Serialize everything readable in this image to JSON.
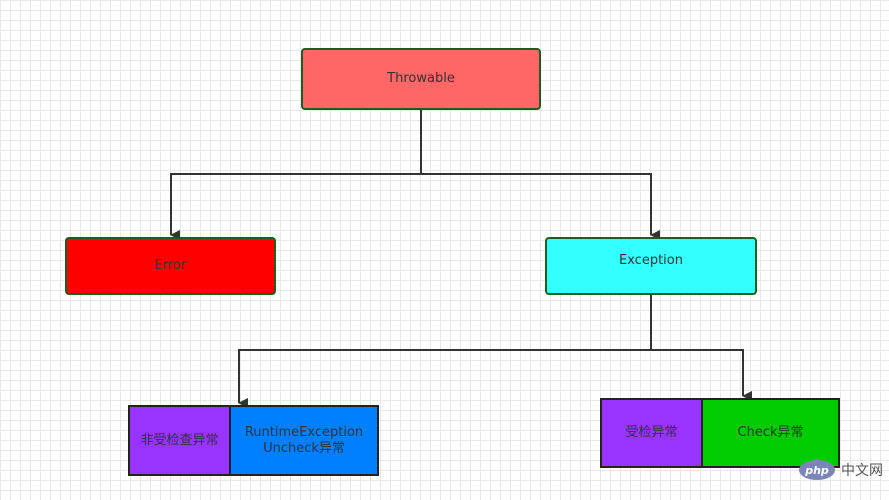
{
  "diagram": {
    "nodes": {
      "throwable": {
        "label": "Throwable",
        "color": "#ff6666"
      },
      "error": {
        "label": "Error",
        "color": "#ff0000"
      },
      "exception": {
        "label": "Exception",
        "color": "#33ffff"
      },
      "unchecked_label": {
        "label": "非受检查异常",
        "color": "#9933ff"
      },
      "runtime": {
        "label_line1": "RuntimeException",
        "label_line2": "Uncheck异常",
        "color": "#0080ff"
      },
      "checked_label": {
        "label": "受检异常",
        "color": "#9933ff"
      },
      "check": {
        "label": "Check异常",
        "color": "#00cc00"
      }
    },
    "edges": [
      {
        "from": "Throwable",
        "to": "Error"
      },
      {
        "from": "Throwable",
        "to": "Exception"
      },
      {
        "from": "Exception",
        "to": "RuntimeException"
      },
      {
        "from": "Exception",
        "to": "Check异常"
      }
    ]
  },
  "watermark": {
    "logo_text": "php",
    "site_text": "中文网"
  }
}
